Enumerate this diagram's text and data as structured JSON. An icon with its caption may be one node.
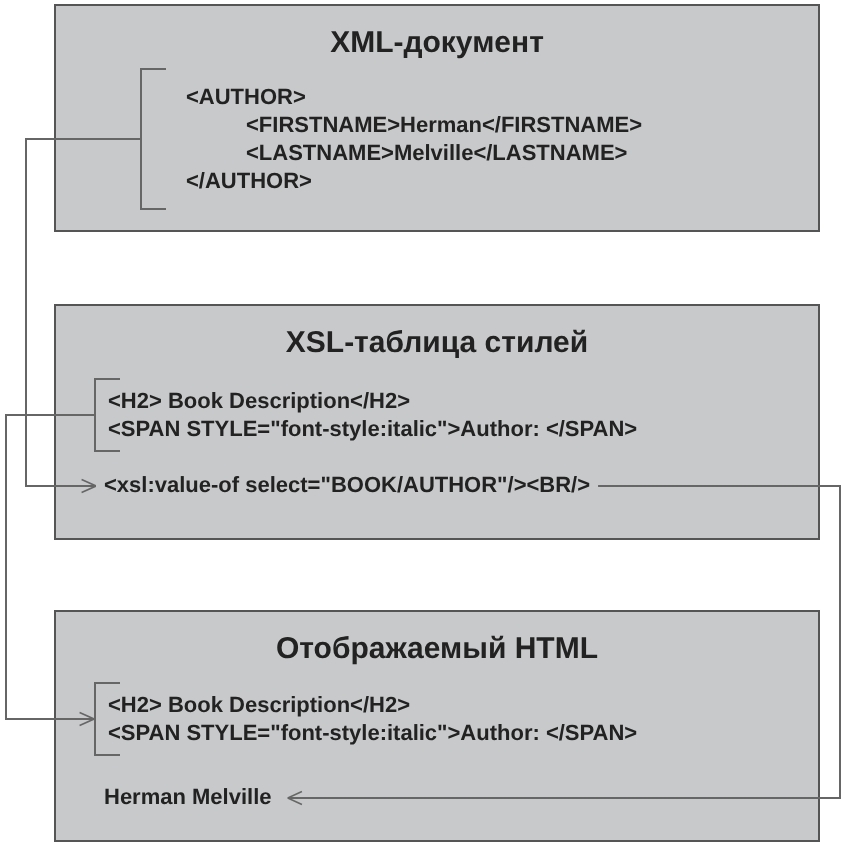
{
  "diagram": {
    "nodes": [
      {
        "text": [
          "XML-документ"
        ]
      },
      {
        "text": [
          "<AUTHOR>",
          "<FIRSTNAME>Herman</FIRSTNAME>",
          "<LASTNAME>Melville</LASTNAME>",
          "</AUTHOR>"
        ],
        "in": 0
      },
      {
        "text": [
          "XSL-таблица стилей"
        ]
      },
      {
        "text": [
          "<H2> Book Description</H2>",
          "<SPAN STYLE=\"font-style:italic\">Author: </SPAN>"
        ],
        "in": 2
      },
      {
        "text": [
          "<xsl:value-of select=\"BOOK/AUTHOR\"/><BR/>"
        ],
        "in": 2
      },
      {
        "text": [
          "Отображаемый HTML"
        ]
      },
      {
        "text": [
          "<H2> Book Description</H2>",
          "<SPAN STYLE=\"font-style:italic\">Author: </SPAN>"
        ],
        "in": 5
      },
      {
        "text": [
          "Herman Melville"
        ],
        "in": 5
      }
    ],
    "edges": [
      {
        "from": 1,
        "to": 4,
        "arrow": "to"
      },
      {
        "from": 3,
        "to": 6,
        "arrow": "to"
      },
      {
        "from": 4,
        "to": 7,
        "arrow": "to"
      }
    ]
  }
}
